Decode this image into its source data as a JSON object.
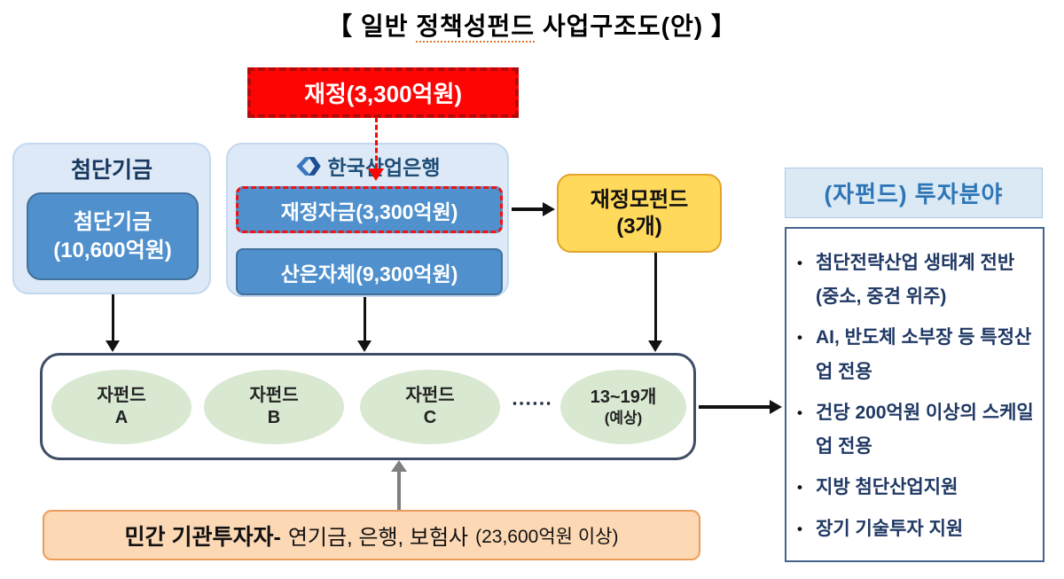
{
  "title": {
    "part1": "【 일반 ",
    "part2": "정책성펀드",
    "part3": " 사업구조도(안) 】"
  },
  "fiscal_source": {
    "label": "재정(3,300억원)"
  },
  "cheomdan": {
    "header": "첨단기금",
    "fund_line1": "첨단기금",
    "fund_line2": "(10,600억원)"
  },
  "kdb": {
    "name": "한국산업은행",
    "logo": "kdb-double-chevron",
    "fiscal_funds": "재정자금(3,300억원)",
    "own_funds": "산은자체(9,300억원)"
  },
  "mother_fund": {
    "line1": "재정모펀드",
    "line2": "(3개)"
  },
  "subfunds": {
    "funds": [
      {
        "line1": "자펀드",
        "line2": "A"
      },
      {
        "line1": "자펀드",
        "line2": "B"
      },
      {
        "line1": "자펀드",
        "line2": "C"
      }
    ],
    "dots": "▪▪▪▪▪▪",
    "count_line1": "13~19개",
    "count_line2": "(예상)"
  },
  "invest": {
    "header": "(자펀드) 투자분야",
    "bullet": "●",
    "items": [
      "첨단전략산업 생태계 전반 (중소, 중견 위주)",
      "AI, 반도체 소부장 등 특정산업 전용",
      "건당 200억원 이상의 스케일업 전용",
      "지방 첨단산업지원",
      "장기 기술투자 지원"
    ]
  },
  "investors": {
    "bold": "민간 기관투자자-",
    "regular": "연기금, 은행, 보험사",
    "paren": "(23,600억원 이상)"
  },
  "colors": {
    "fiscal_red": "#fe0505",
    "fiscal_border": "#b30b0b",
    "blue_box": "#4f90cd",
    "blue_box_border": "#41719c",
    "group_bg": "#dde9f6",
    "yellow_fill": "#ffd95c",
    "yellow_border": "#e2a42b",
    "green_ellipse": "#d9e8d1",
    "container_border": "#3e4e66",
    "right_header_bg": "#dbe9f5",
    "right_header_text": "#2e75b6",
    "right_box_border": "#44648c",
    "bullet_text": "#1f3864",
    "orange_fill": "#fcd8b5",
    "orange_border": "#ec9c59",
    "gray_arrow": "#7f7f7f"
  }
}
